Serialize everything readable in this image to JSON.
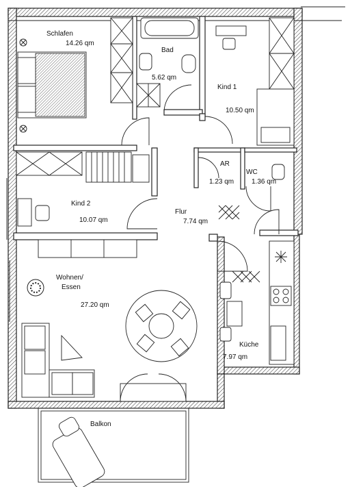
{
  "rooms": {
    "schlafen": {
      "name": "Schlafen",
      "area": "14.26 qm"
    },
    "bad": {
      "name": "Bad",
      "area": "5.62 qm"
    },
    "kind1": {
      "name": "Kind 1",
      "area": "10.50 qm"
    },
    "ar": {
      "name": "AR",
      "area": "1.23 qm"
    },
    "wc": {
      "name": "WC",
      "area": "1.36 qm"
    },
    "kind2": {
      "name": "Kind 2",
      "area": "10.07 qm"
    },
    "flur": {
      "name": "Flur",
      "area": "7.74 qm"
    },
    "wohnen": {
      "name_line1": "Wohnen/",
      "name_line2": "Essen",
      "area": "27.20 qm"
    },
    "kueche": {
      "name": "Küche",
      "area": "7.97 qm"
    },
    "balkon": {
      "name": "Balkon"
    }
  }
}
